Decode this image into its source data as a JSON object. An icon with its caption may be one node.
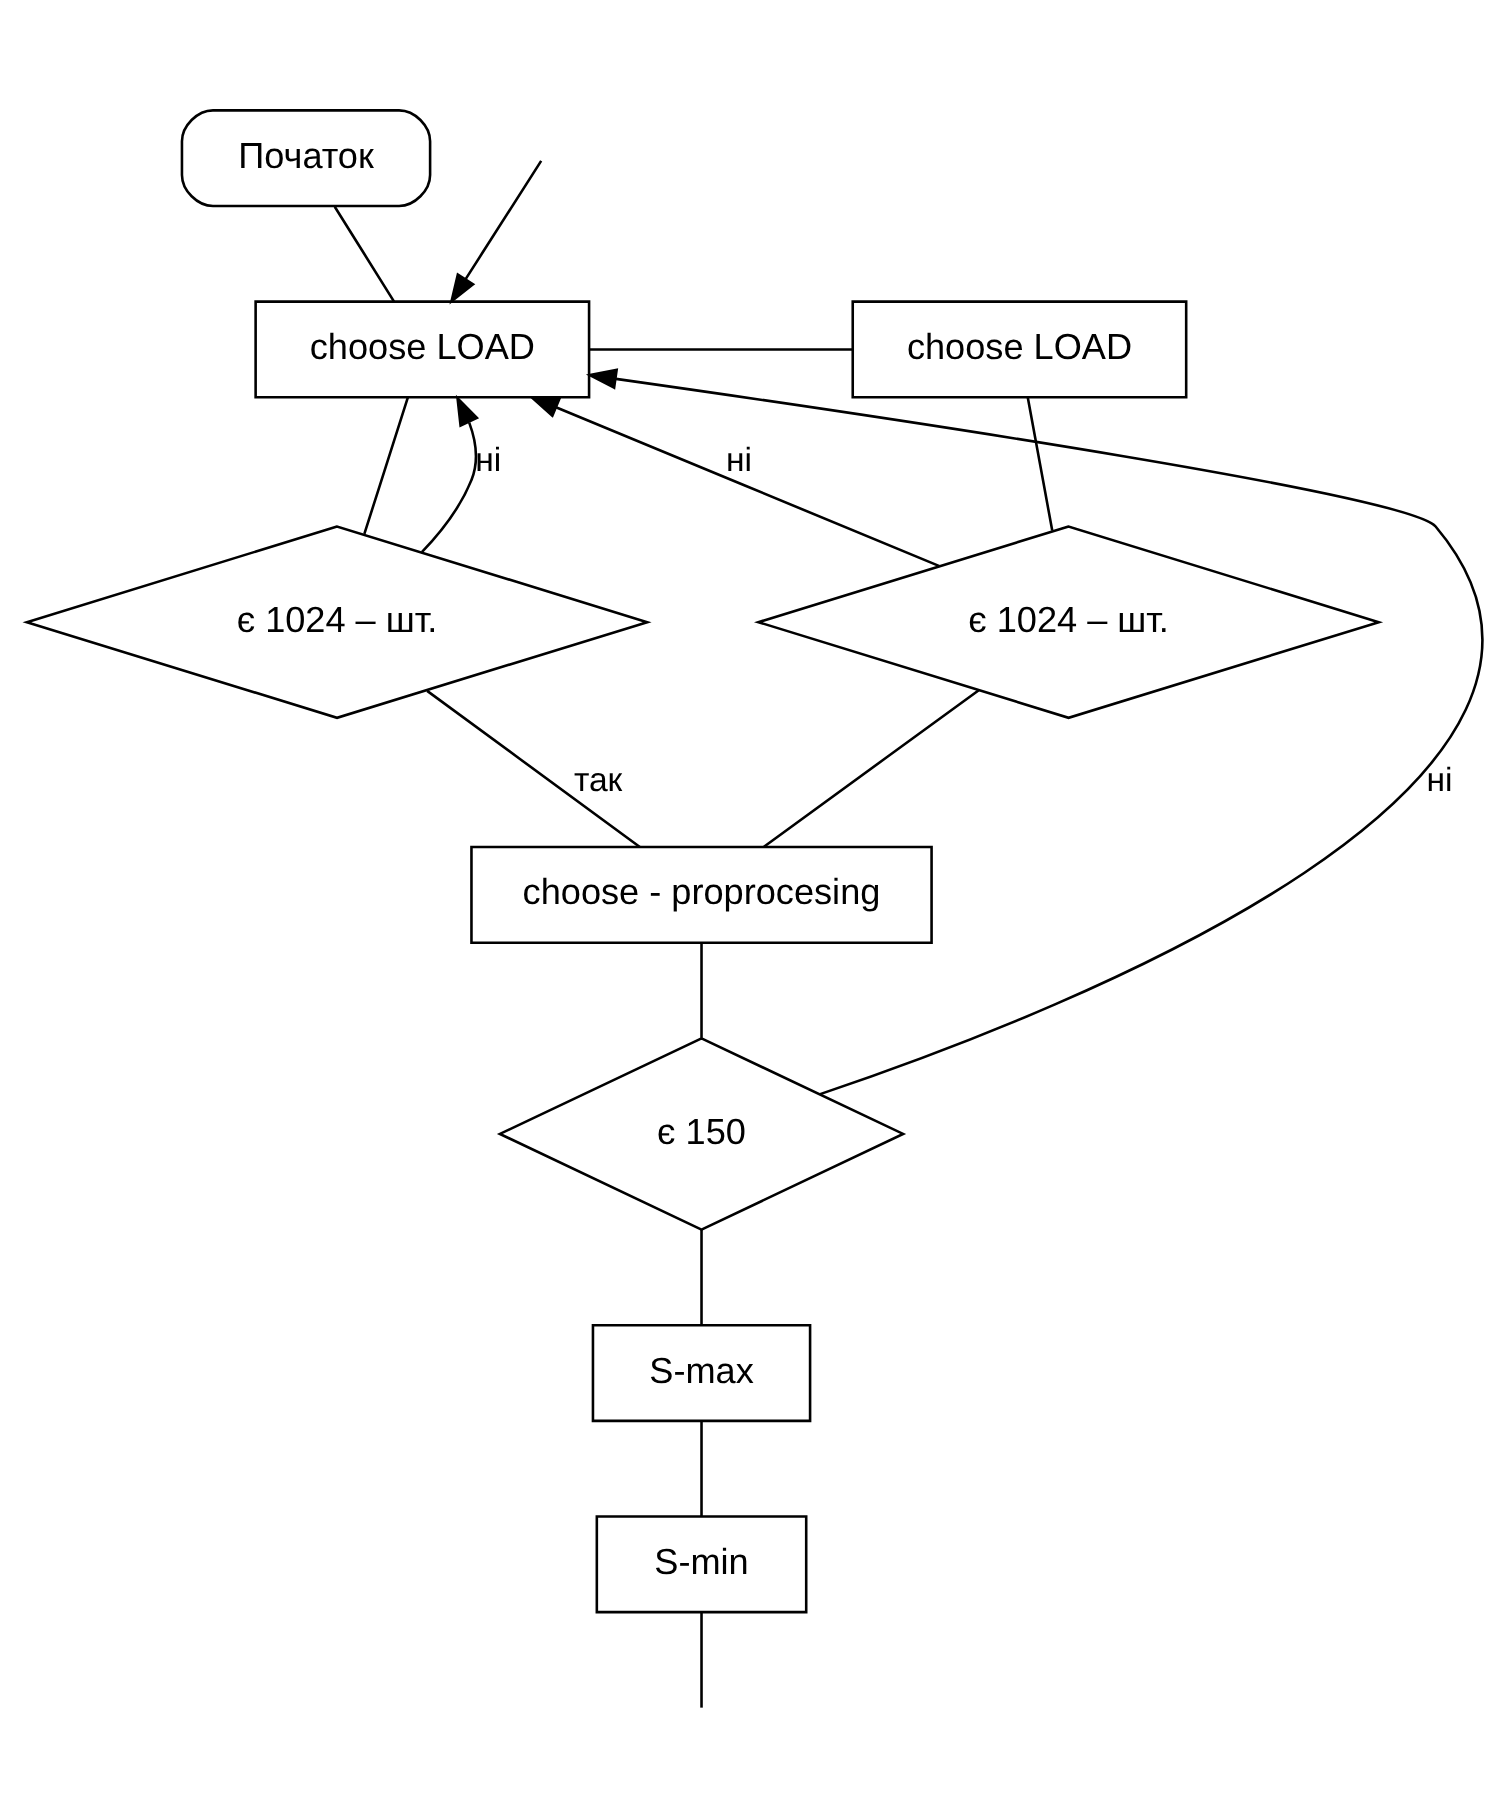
{
  "diagram": {
    "nodes": [
      {
        "text": [
          "Початок"
        ]
      },
      {
        "text": [
          "choose LOAD"
        ]
      },
      {
        "text": [
          "choose LOAD"
        ]
      },
      {
        "text": [
          "є 1024 – шт."
        ]
      },
      {
        "text": [
          "є 1024 – шт."
        ]
      },
      {
        "text": [
          "choose - proprocesing"
        ]
      },
      {
        "text": [
          "є 150"
        ]
      },
      {
        "text": [
          "S-max"
        ]
      },
      {
        "text": [
          "S-min"
        ]
      }
    ],
    "edges": [
      {
        "from": 0,
        "to": 1,
        "arrow": "none"
      },
      {
        "from": 1,
        "to": 3,
        "arrow": "none"
      },
      {
        "from": 3,
        "to": 1,
        "arrow": "to",
        "label": "ні"
      },
      {
        "from": 4,
        "to": 1,
        "arrow": "to",
        "label": "ні"
      },
      {
        "from": 1,
        "to": 2,
        "arrow": "none"
      },
      {
        "from": 2,
        "to": 4,
        "arrow": "none"
      },
      {
        "from": 3,
        "to": 5,
        "arrow": "none",
        "label": "так"
      },
      {
        "from": 4,
        "to": 5,
        "arrow": "none"
      },
      {
        "from": 5,
        "to": 6,
        "arrow": "none"
      },
      {
        "from": 6,
        "to": 1,
        "arrow": "to",
        "label": "ні"
      },
      {
        "from": 6,
        "to": 7,
        "arrow": "none"
      },
      {
        "from": 7,
        "to": 8,
        "arrow": "none"
      },
      {
        "from": 8,
        "to": null,
        "arrow": "none"
      },
      {
        "from": null,
        "to": 1,
        "arrow": "to"
      }
    ]
  }
}
